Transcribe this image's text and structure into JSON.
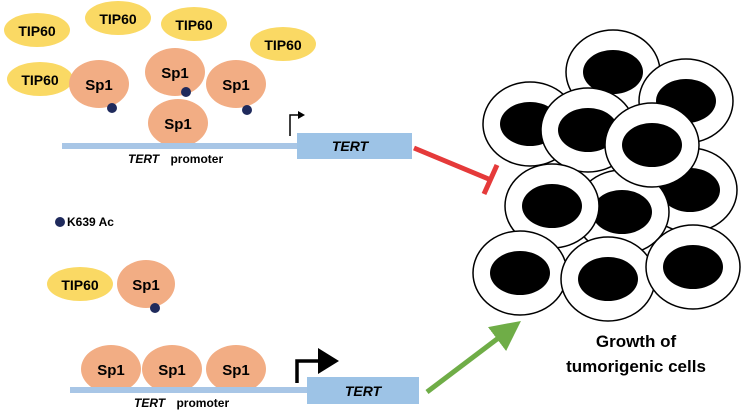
{
  "colors": {
    "tip60": "#FAD964",
    "sp1": "#F2AD84",
    "acetyl": "#1F2A5C",
    "promoter": "#A8C6E6",
    "tert_box": "#9DC3E6",
    "inhibit": "#E53A3A",
    "activate": "#6FAD47"
  },
  "icons": {
    "acetyl_dot": "dot-icon",
    "inhibition_arrow": "blunt-arrow-icon",
    "activation_arrow": "arrow-icon",
    "transcription_start": "bent-arrow-icon"
  },
  "labels": {
    "tip60": "TIP60",
    "sp1": "Sp1",
    "tert": "TERT",
    "promoter_word": "promoter",
    "legend_acetyl": "K639 Ac",
    "cells_line1": "Growth of",
    "cells_line2": "tumorigenic cells"
  }
}
